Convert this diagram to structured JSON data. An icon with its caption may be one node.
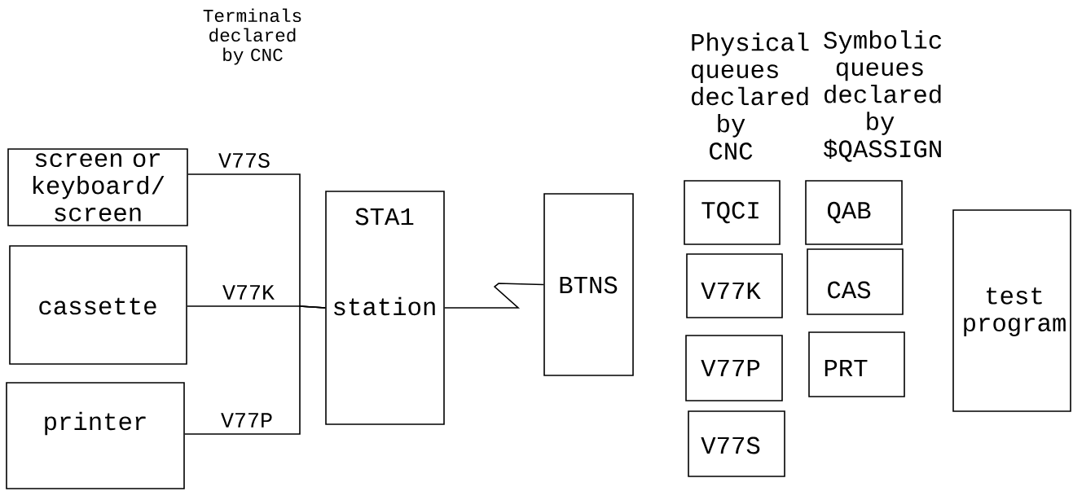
{
  "diagram": {
    "nodes": [
      {
        "text": [
          "screen or keyboard/ screen"
        ]
      },
      {
        "text": [
          "cassette"
        ]
      },
      {
        "text": [
          "printer"
        ]
      },
      {
        "text": [
          "STA1",
          "station"
        ]
      },
      {
        "text": [
          "BTNS"
        ]
      },
      {
        "text": [
          "TQCI"
        ]
      },
      {
        "text": [
          "V77K"
        ]
      },
      {
        "text": [
          "V77P"
        ]
      },
      {
        "text": [
          "V77S"
        ]
      },
      {
        "text": [
          "QAB"
        ]
      },
      {
        "text": [
          "CAS"
        ]
      },
      {
        "text": [
          "PRT"
        ]
      },
      {
        "text": [
          "test program"
        ]
      }
    ],
    "edges": [
      {
        "from": 0,
        "to": 3,
        "arrow": "none",
        "label": "V77S"
      },
      {
        "from": 1,
        "to": 3,
        "arrow": "none",
        "label": "V77K"
      },
      {
        "from": 2,
        "to": 3,
        "arrow": "none",
        "label": "V77P"
      },
      {
        "from": 3,
        "to": 4,
        "arrow": "none"
      }
    ],
    "labels": [
      "Terminals declared by CNC",
      "Physical queues declared by CNC",
      "Symbolic queues declared by $QASSIGN"
    ]
  }
}
